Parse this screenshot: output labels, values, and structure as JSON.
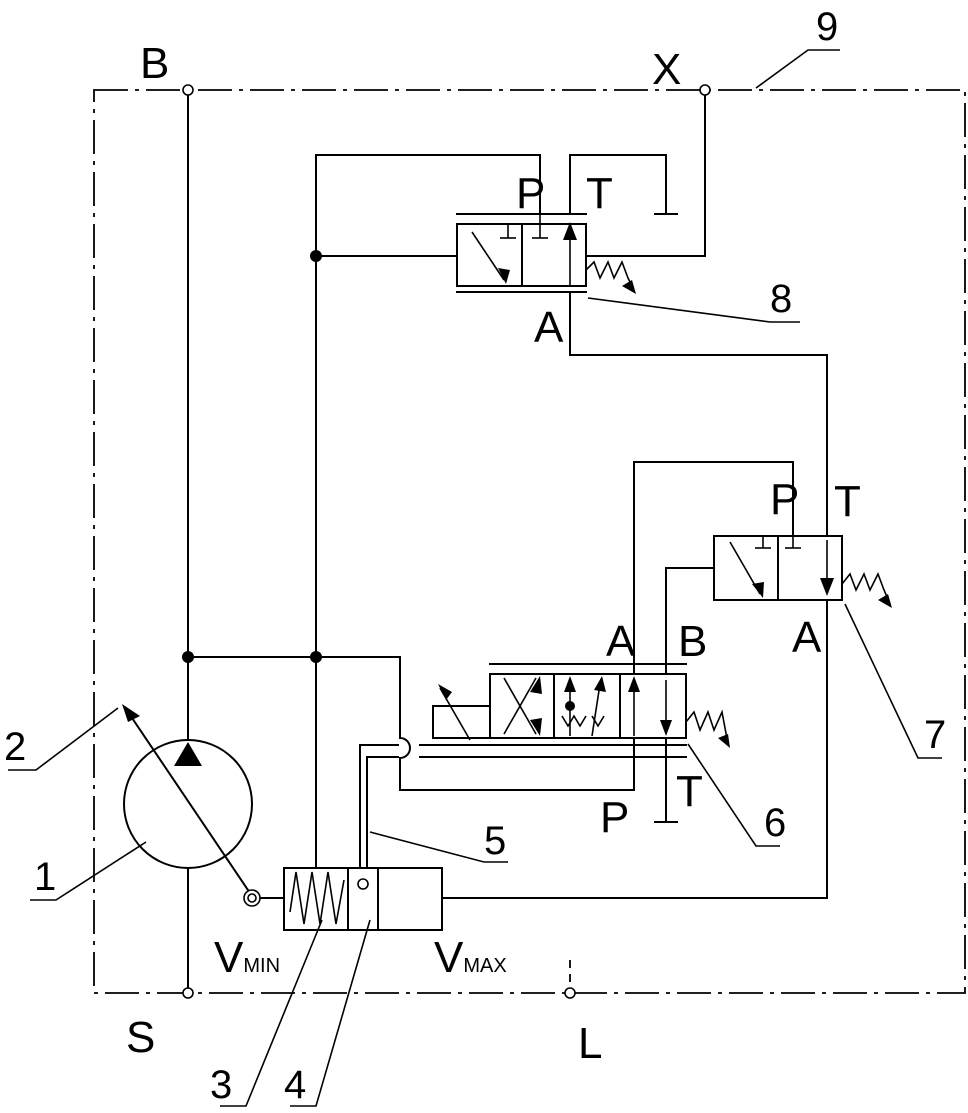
{
  "ports": {
    "B": "B",
    "X": "X",
    "S": "S",
    "L": "L"
  },
  "valve8": {
    "P": "P",
    "T": "T",
    "A": "A"
  },
  "valve7": {
    "P": "P",
    "T": "T",
    "A": "A"
  },
  "valve6": {
    "A": "A",
    "B": "B",
    "P": "P",
    "T": "T"
  },
  "cylinder": {
    "vmin_main": "V",
    "vmin_sub": "MIN",
    "vmax_main": "V",
    "vmax_sub": "MAX"
  },
  "callouts": [
    "1",
    "2",
    "3",
    "4",
    "5",
    "6",
    "7",
    "8",
    "9"
  ]
}
